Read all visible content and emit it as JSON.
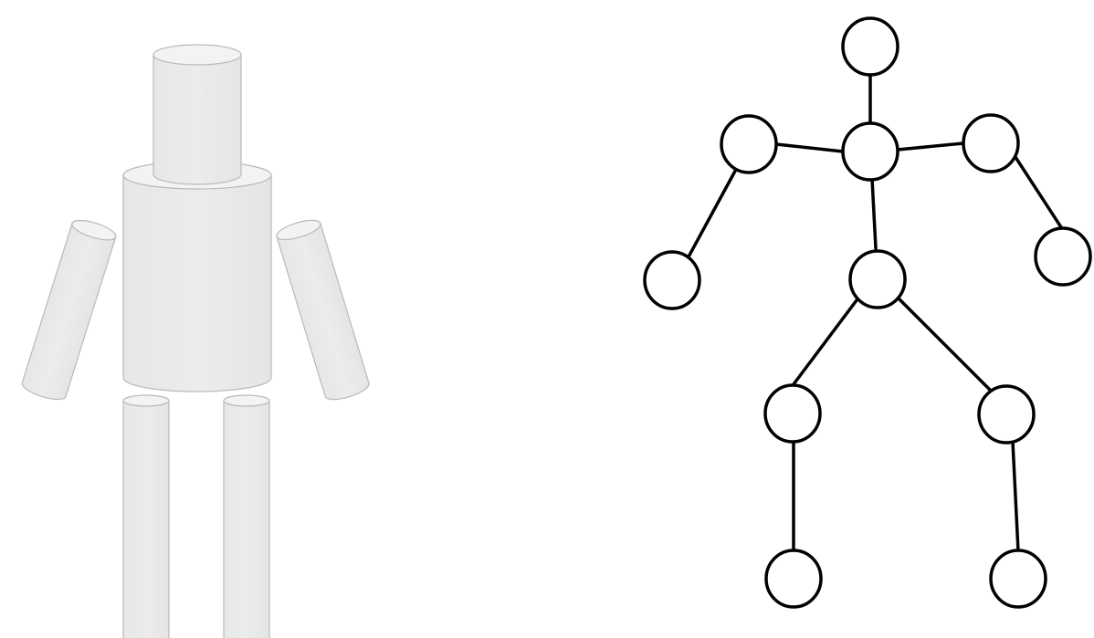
{
  "figure": {
    "left_panel": "cylinder-body-model",
    "right_panel": "stick-figure-skeleton",
    "colors": {
      "cylinder_fill": "#e9eaea",
      "cylinder_stroke": "#b9b9b9",
      "skeleton_stroke": "#000000",
      "joint_fill": "#ffffff",
      "background": "#ffffff"
    },
    "cylinder_parts": [
      "head",
      "torso",
      "left-arm",
      "right-arm",
      "left-leg",
      "right-leg"
    ],
    "skeleton_joints": [
      "head",
      "neck",
      "left-shoulder",
      "right-shoulder",
      "left-hand",
      "right-hand",
      "pelvis",
      "left-knee",
      "right-knee",
      "left-foot",
      "right-foot"
    ],
    "skeleton_bones": [
      [
        "head",
        "neck"
      ],
      [
        "neck",
        "left-shoulder"
      ],
      [
        "neck",
        "right-shoulder"
      ],
      [
        "left-shoulder",
        "left-hand"
      ],
      [
        "right-shoulder",
        "right-hand"
      ],
      [
        "neck",
        "pelvis"
      ],
      [
        "pelvis",
        "left-knee"
      ],
      [
        "pelvis",
        "right-knee"
      ],
      [
        "left-knee",
        "left-foot"
      ],
      [
        "right-knee",
        "right-foot"
      ]
    ]
  }
}
